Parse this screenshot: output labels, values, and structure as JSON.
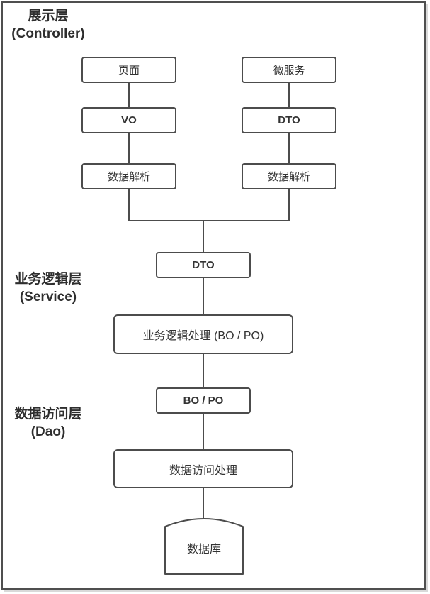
{
  "diagram": {
    "layers": [
      {
        "title": "展示层",
        "subtitle": "(Controller)"
      },
      {
        "title": "业务逻辑层",
        "subtitle": "(Service)"
      },
      {
        "title": "数据访问层",
        "subtitle": "(Dao)"
      }
    ],
    "nodes": {
      "page": "页面",
      "microservice": "微服务",
      "vo": "VO",
      "dto_right": "DTO",
      "parse_left": "数据解析",
      "parse_right": "数据解析",
      "dto_center": "DTO",
      "business_logic": "业务逻辑处理 (BO / PO)",
      "bo_po": "BO / PO",
      "data_access": "数据访问处理",
      "database": "数据库"
    },
    "colors": {
      "line": "#4c4c4c",
      "divider": "#b9b9b9",
      "text": "#333333",
      "background": "#ffffff"
    }
  }
}
